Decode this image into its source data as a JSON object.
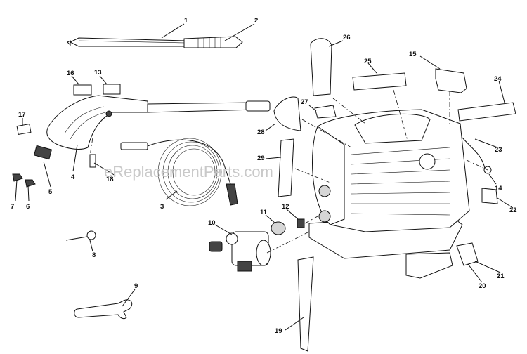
{
  "watermark": "eReplacementParts.com",
  "callouts": [
    "1",
    "2",
    "3",
    "4",
    "5",
    "6",
    "7",
    "8",
    "9",
    "10",
    "11",
    "12",
    "13",
    "14",
    "15",
    "16",
    "17",
    "18",
    "19",
    "20",
    "21",
    "22",
    "23",
    "24",
    "25",
    "26",
    "27",
    "28",
    "29"
  ]
}
